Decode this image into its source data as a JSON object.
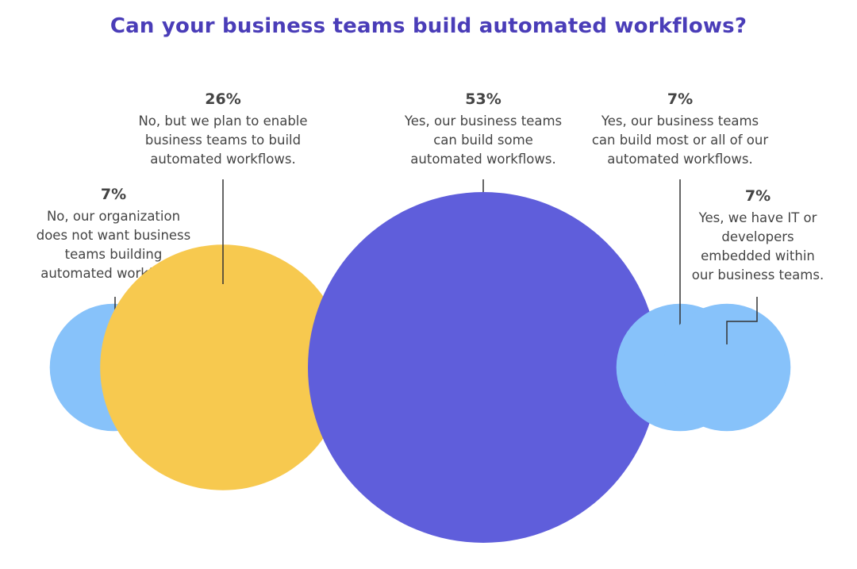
{
  "chart_data": {
    "type": "bubble",
    "title": "Can your business teams build automated workflows?",
    "series": [
      {
        "value": 7,
        "label": "7%",
        "description": [
          "No, our organization",
          "does not want business",
          "teams building",
          "automated workflows."
        ],
        "color": "#87c2fa"
      },
      {
        "value": 26,
        "label": "26%",
        "description": [
          "No, but we plan to enable",
          "business teams to build",
          "automated workflows."
        ],
        "color": "#f7c94f"
      },
      {
        "value": 53,
        "label": "53%",
        "description": [
          "Yes, our business teams",
          "can build some",
          "automated workflows."
        ],
        "color": "#5f5edb"
      },
      {
        "value": 7,
        "label": "7%",
        "description": [
          "Yes, our business teams",
          "can build most or all of our",
          "automated workflows."
        ],
        "color": "#87c2fa"
      },
      {
        "value": 7,
        "label": "7%",
        "description": [
          "Yes, we have IT or",
          "developers",
          "embedded within",
          "our business teams."
        ],
        "color": "#87c2fa"
      }
    ],
    "colors": {
      "title": "#4a3db8",
      "text": "#444444",
      "leader": "#333333"
    },
    "legend": "none",
    "grid": false
  }
}
